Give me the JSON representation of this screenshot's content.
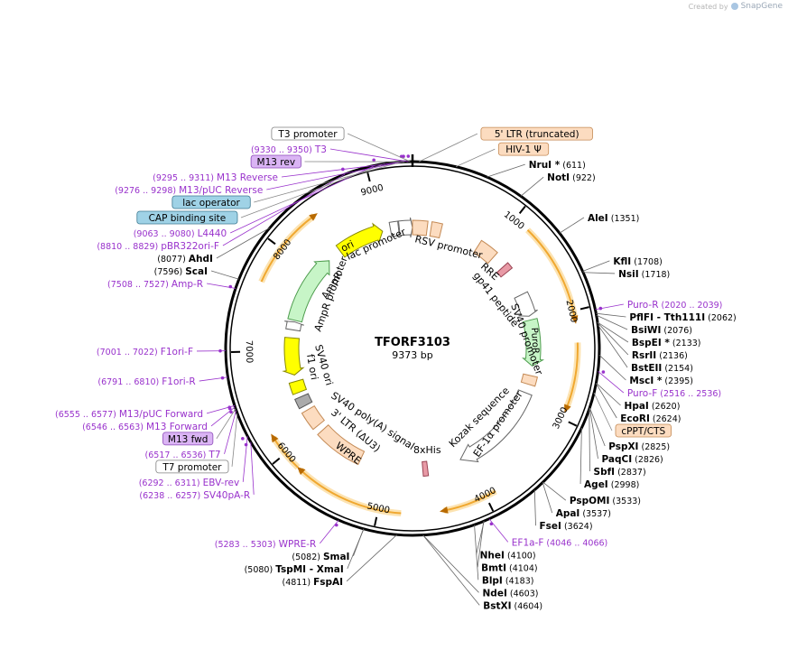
{
  "brand": {
    "created_by": "Created by",
    "name": "SnapGene"
  },
  "plasmid": {
    "name": "TFORF3103",
    "size": "9373 bp",
    "total": 9373
  },
  "ticks": [
    {
      "pos": 1000,
      "label": "1000"
    },
    {
      "pos": 2000,
      "label": "2000"
    },
    {
      "pos": 3000,
      "label": "3000"
    },
    {
      "pos": 4000,
      "label": "4000"
    },
    {
      "pos": 5000,
      "label": "5000"
    },
    {
      "pos": 6000,
      "label": "6000"
    },
    {
      "pos": 7000,
      "label": "7000"
    },
    {
      "pos": 8000,
      "label": "8000"
    },
    {
      "pos": 9000,
      "label": "9000"
    }
  ],
  "sites": [
    {
      "name": "NruI",
      "star": true,
      "pos": "(611)",
      "p": 611,
      "kind": "enzyme"
    },
    {
      "name": "NotI",
      "pos": "(922)",
      "p": 922,
      "kind": "enzyme"
    },
    {
      "name": "AleI",
      "pos": "(1351)",
      "p": 1351,
      "kind": "enzyme"
    },
    {
      "name": "KflI",
      "pos": "(1708)",
      "p": 1708,
      "kind": "enzyme"
    },
    {
      "name": "NsiI",
      "pos": "(1718)",
      "p": 1718,
      "kind": "enzyme"
    },
    {
      "name": "Puro-R",
      "pos": "(2020 .. 2039)",
      "p": 2030,
      "kind": "primer"
    },
    {
      "name": "PflFI  - Tth111I",
      "pos": "(2062)",
      "p": 2062,
      "kind": "enzyme"
    },
    {
      "name": "BsiWI",
      "pos": "(2076)",
      "p": 2076,
      "kind": "enzyme"
    },
    {
      "name": "BspEI",
      "star": true,
      "pos": "(2133)",
      "p": 2133,
      "kind": "enzyme"
    },
    {
      "name": "RsrII",
      "pos": "(2136)",
      "p": 2136,
      "kind": "enzyme"
    },
    {
      "name": "BstEII",
      "pos": "(2154)",
      "p": 2154,
      "kind": "enzyme"
    },
    {
      "name": "MscI",
      "star": true,
      "pos": "(2395)",
      "p": 2395,
      "kind": "enzyme"
    },
    {
      "name": "Puro-F",
      "pos": "(2516 .. 2536)",
      "p": 2526,
      "kind": "primer"
    },
    {
      "name": "HpaI",
      "pos": "(2620)",
      "p": 2620,
      "kind": "enzyme"
    },
    {
      "name": "EcoRI",
      "pos": "(2624)",
      "p": 2624,
      "kind": "enzyme"
    },
    {
      "name": "cPPT/CTS",
      "p": 2700,
      "kind": "feature",
      "fill": "#fcdcc0",
      "stroke": "#c48a55"
    },
    {
      "name": "PspXI",
      "pos": "(2825)",
      "p": 2825,
      "kind": "enzyme"
    },
    {
      "name": "PaqCI",
      "pos": "(2826)",
      "p": 2826,
      "kind": "enzyme"
    },
    {
      "name": "SbfI",
      "pos": "(2837)",
      "p": 2837,
      "kind": "enzyme"
    },
    {
      "name": "AgeI",
      "pos": "(2998)",
      "p": 2998,
      "kind": "enzyme"
    },
    {
      "name": "PspOMI",
      "pos": "(3533)",
      "p": 3533,
      "kind": "enzyme"
    },
    {
      "name": "ApaI",
      "pos": "(3537)",
      "p": 3537,
      "kind": "enzyme"
    },
    {
      "name": "FseI",
      "pos": "(3624)",
      "p": 3624,
      "kind": "enzyme"
    },
    {
      "name": "EF1a-F",
      "pos": "(4046 .. 4066)",
      "p": 4056,
      "kind": "primer"
    },
    {
      "name": "NheI",
      "pos": "(4100)",
      "p": 4100,
      "kind": "enzyme"
    },
    {
      "name": "BmtI",
      "pos": "(4104)",
      "p": 4104,
      "kind": "enzyme"
    },
    {
      "name": "BlpI",
      "pos": "(4183)",
      "p": 4183,
      "kind": "enzyme"
    },
    {
      "name": "NdeI",
      "pos": "(4603)",
      "p": 4603,
      "kind": "enzyme"
    },
    {
      "name": "BstXI",
      "pos": "(4604)",
      "p": 4604,
      "kind": "enzyme"
    },
    {
      "name": "FspAI",
      "pos": "(4811)",
      "p": 4811,
      "kind": "enzyme"
    },
    {
      "name": "TspMI  - XmaI",
      "pos": "(5080)",
      "p": 5080,
      "kind": "enzyme"
    },
    {
      "name": "SmaI",
      "pos": "(5082)",
      "p": 5082,
      "kind": "enzyme"
    },
    {
      "name": "WPRE-R",
      "pos": "(5283 .. 5303)",
      "p": 5293,
      "kind": "primer"
    },
    {
      "name": "SV40pA-R",
      "pos": "(6238 .. 6257)",
      "p": 6248,
      "kind": "primer"
    },
    {
      "name": "EBV-rev",
      "pos": "(6292 .. 6311)",
      "p": 6302,
      "kind": "primer"
    },
    {
      "name": "T7 promoter",
      "p": 6500,
      "kind": "feature",
      "fill": "#ffffff",
      "stroke": "#808080"
    },
    {
      "name": "T7",
      "pos": "(6517 .. 6536)",
      "p": 6527,
      "kind": "primer"
    },
    {
      "name": "M13 fwd",
      "p": 6540,
      "kind": "feature",
      "fill": "#dab4f4",
      "stroke": "#8c4ab8"
    },
    {
      "name": "M13 Forward",
      "pos": "(6546 .. 6563)",
      "p": 6555,
      "kind": "primer"
    },
    {
      "name": "M13/pUC Forward",
      "pos": "(6555 .. 6577)",
      "p": 6566,
      "kind": "primer"
    },
    {
      "name": "F1ori-R",
      "pos": "(6791 .. 6810)",
      "p": 6800,
      "kind": "primer"
    },
    {
      "name": "F1ori-F",
      "pos": "(7001 .. 7022)",
      "p": 7011,
      "kind": "primer"
    },
    {
      "name": "Amp-R",
      "pos": "(7508 .. 7527)",
      "p": 7518,
      "kind": "primer"
    },
    {
      "name": "ScaI",
      "pos": "(7596)",
      "p": 7596,
      "kind": "enzyme"
    },
    {
      "name": "AhdI",
      "pos": "(8077)",
      "p": 8077,
      "kind": "enzyme"
    },
    {
      "name": "pBR322ori-F",
      "pos": "(8810 .. 8829)",
      "p": 8820,
      "kind": "primer"
    },
    {
      "name": "L4440",
      "pos": "(9063 .. 9080)",
      "p": 9071,
      "kind": "primer"
    },
    {
      "name": "CAP binding site",
      "p": 9150,
      "kind": "feature",
      "fill": "#9fd2e6",
      "stroke": "#3c7890"
    },
    {
      "name": "M13/pUC Reverse",
      "pos": "(9276 .. 9298)",
      "p": 9287,
      "kind": "primer"
    },
    {
      "name": "lac operator",
      "p": 9285,
      "kind": "feature",
      "fill": "#9fd2e6",
      "stroke": "#3c7890"
    },
    {
      "name": "M13 Reverse",
      "pos": "(9295 .. 9311)",
      "p": 9303,
      "kind": "primer"
    },
    {
      "name": "M13 rev",
      "p": 9310,
      "kind": "feature",
      "fill": "#dab4f4",
      "stroke": "#8c4ab8"
    },
    {
      "name": "T3",
      "pos": "(9330 .. 9350)",
      "p": 9340,
      "kind": "primer"
    },
    {
      "name": "T3 promoter",
      "p": 9355,
      "kind": "feature",
      "fill": "#ffffff",
      "stroke": "#808080"
    },
    {
      "name": "5' LTR (truncated)",
      "p": 50,
      "kind": "feature",
      "fill": "#fcdcc0",
      "stroke": "#c48a55"
    },
    {
      "name": "HIV-1 Ψ",
      "p": 350,
      "kind": "feature",
      "fill": "#fcdcc0",
      "stroke": "#c48a55"
    }
  ],
  "features": [
    {
      "name": "RSV promoter",
      "start": 9210,
      "end": 9372,
      "fill": "#ffffff",
      "stroke": "#666666",
      "arrow": true
    },
    {
      "name": "5' LTR (truncated)",
      "start": 0,
      "end": 181,
      "fill": "#fcdcc0",
      "stroke": "#c48a55"
    },
    {
      "name": "HIV-1 Ψ",
      "start": 228,
      "end": 354,
      "fill": "#fcdcc0",
      "stroke": "#c48a55"
    },
    {
      "name": "RRE",
      "start": 848,
      "end": 1082,
      "fill": "#fcdcc0",
      "stroke": "#c48a55"
    },
    {
      "name": "gp41 peptide",
      "start": 1250,
      "end": 1330,
      "fill": "#e89aa6",
      "stroke": "#9a4454"
    },
    {
      "name": "SV40 promoter",
      "start": 1660,
      "end": 1940,
      "fill": "#ffffff",
      "stroke": "#666666",
      "arrow": true
    },
    {
      "name": "PuroR",
      "start": 1990,
      "end": 2560,
      "fill": "#c7f5c7",
      "stroke": "#4d9c4d",
      "arrow": true
    },
    {
      "name": "cPPT/CTS",
      "start": 2680,
      "end": 2790,
      "fill": "#fcdcc0",
      "stroke": "#c48a55"
    },
    {
      "name": "EF-1α promoter",
      "start": 2900,
      "end": 4080,
      "fill": "#ffffff",
      "stroke": "#666666",
      "arrow": true
    },
    {
      "name": "8xHis",
      "start": 4500,
      "end": 4560,
      "fill": "#e89aa6",
      "stroke": "#9a4454"
    },
    {
      "name": "WPRE",
      "start": 5340,
      "end": 5930,
      "fill": "#fcdcc0",
      "stroke": "#c48a55"
    },
    {
      "name": "3' LTR (ΔU3)",
      "start": 6010,
      "end": 6240,
      "fill": "#fcdcc0",
      "stroke": "#c48a55"
    },
    {
      "name": "SV40 poly(A) signal",
      "start": 6300,
      "end": 6420,
      "fill": "#aaaaaa",
      "stroke": "#555555"
    },
    {
      "name": "SV40 ori",
      "start": 6480,
      "end": 6620,
      "fill": "#ffff00",
      "stroke": "#888800"
    },
    {
      "name": "f1 ori",
      "start": 6700,
      "end": 7160,
      "fill": "#ffff00",
      "stroke": "#888800",
      "arrow": true,
      "reverse": true
    },
    {
      "name": "AmpR promoter",
      "start": 7260,
      "end": 7360,
      "fill": "#ffffff",
      "stroke": "#666666",
      "arrow": true
    },
    {
      "name": "AmpR",
      "start": 7380,
      "end": 8240,
      "fill": "#c7f5c7",
      "stroke": "#4d9c4d",
      "arrow": true
    },
    {
      "name": "ori",
      "start": 8420,
      "end": 9000,
      "fill": "#ffff00",
      "stroke": "#888800",
      "arrow": true
    },
    {
      "name": "lac promoter",
      "start": 9100,
      "end": 9200,
      "fill": "#ffffff",
      "stroke": "#666666"
    }
  ],
  "orfs": [
    {
      "start": 1150,
      "end": 2080
    },
    {
      "start": 2290,
      "end": 2900
    },
    {
      "start": 3900,
      "end": 4400
    },
    {
      "start": 4790,
      "end": 5800
    },
    {
      "start": 5830,
      "end": 6180
    },
    {
      "start": 7650,
      "end": 8420
    }
  ],
  "labels": {
    "rsv": "RSV promoter",
    "lac": "lac promoter",
    "ori": "ori",
    "ampr": "AmpR",
    "amprpro": "AmpR promoter",
    "f1": "f1 ori",
    "sv40ori": "SV40 ori",
    "polya": "SV40 poly(A) signal",
    "ltr3": "3' LTR (ΔU3)",
    "wpre": "WPRE",
    "his": "8xHis",
    "kozak": "Kozak sequence",
    "ef1a": "EF-1α promoter",
    "sv40pro": "SV40 promoter",
    "puror": "PuroR",
    "gp41": "gp41 peptide",
    "rre": "RRE"
  },
  "colors": {
    "enzyme": "#000000",
    "primer": "#9932cc",
    "ring": "#000000",
    "orf": "#f0a830"
  }
}
